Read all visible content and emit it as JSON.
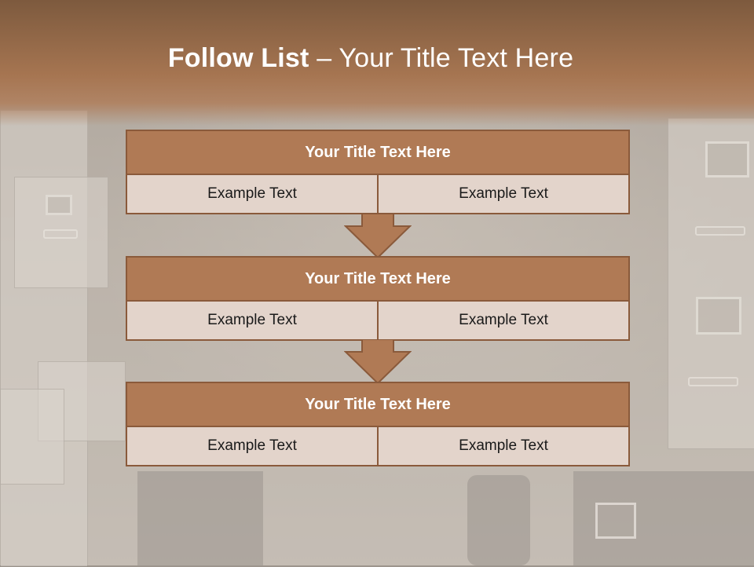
{
  "slide": {
    "title_bold": "Follow List",
    "title_rest": " – Your Title Text Here"
  },
  "steps": [
    {
      "title": "Your Title Text Here",
      "left": "Example Text",
      "right": "Example Text"
    },
    {
      "title": "Your Title Text Here",
      "left": "Example Text",
      "right": "Example Text"
    },
    {
      "title": "Your Title Text Here",
      "left": "Example Text",
      "right": "Example Text"
    }
  ],
  "colors": {
    "header": "#a67551",
    "block_title": "#b07a55",
    "block_cell": "#e3d4cb",
    "border": "#8a5a3b"
  }
}
